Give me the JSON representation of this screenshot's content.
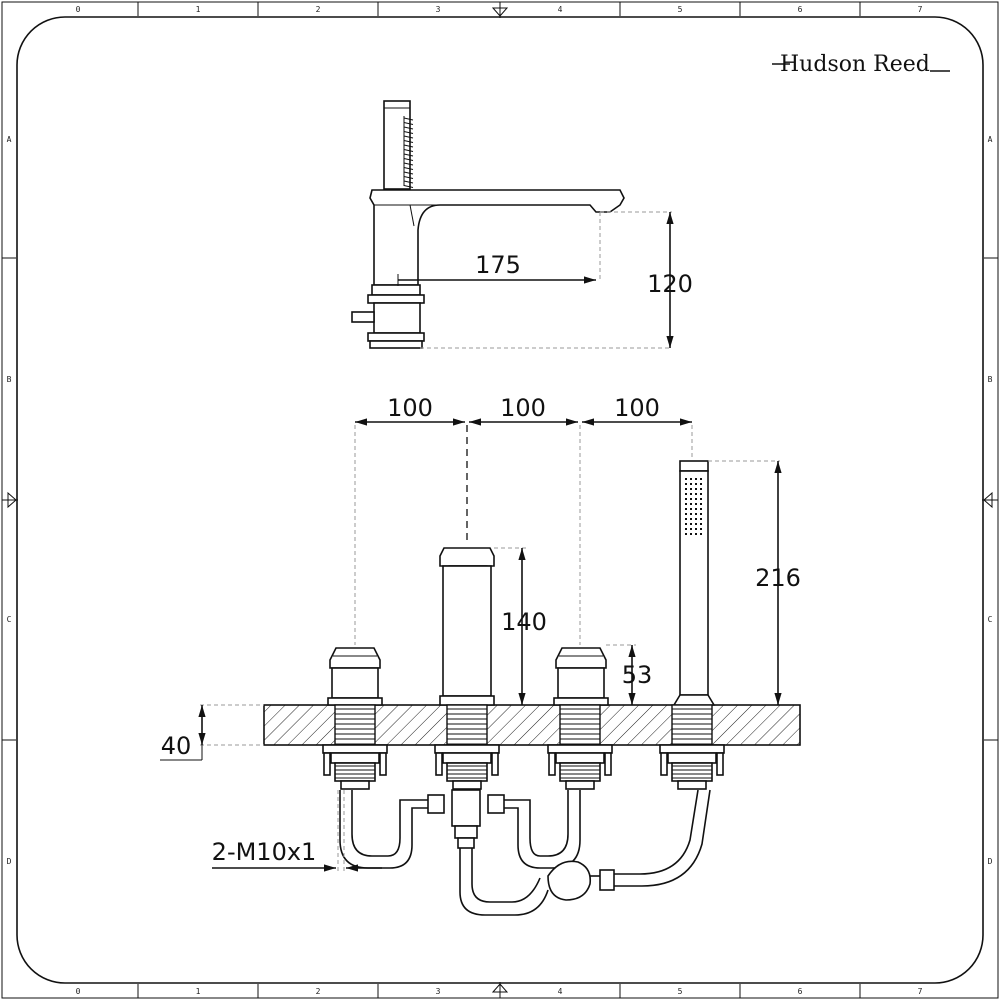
{
  "brand": {
    "name": "Hudson Reed"
  },
  "grid": {
    "columns": [
      "0",
      "1",
      "2",
      "3",
      "4",
      "5",
      "6",
      "7"
    ],
    "rows": [
      "A",
      "B",
      "C",
      "D"
    ]
  },
  "dimensions": {
    "spout_reach": "175",
    "spout_height": "120",
    "spacing_1": "100",
    "spacing_2": "100",
    "spacing_3": "100",
    "handset_height": "216",
    "spout_body_height": "140",
    "handle_height": "53",
    "deck_thickness": "40",
    "thread": "2-M10x1"
  }
}
